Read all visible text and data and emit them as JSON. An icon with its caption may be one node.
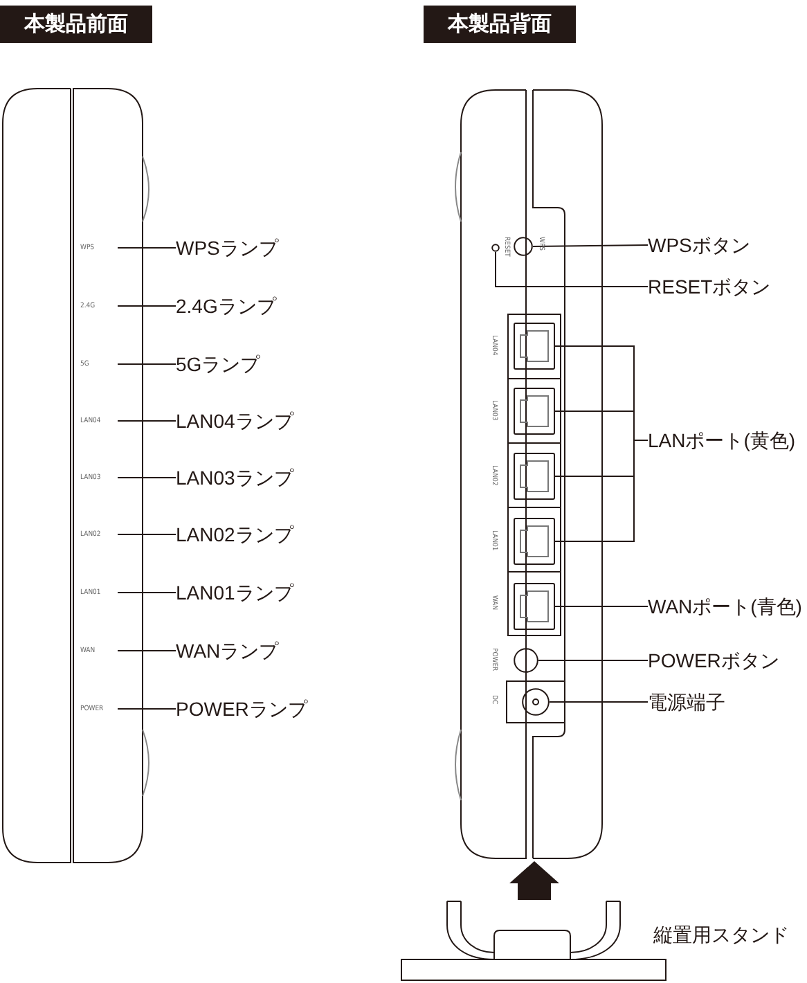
{
  "diagram": {
    "nodes": [
      {
        "text": [
          "本製品前面"
        ]
      },
      {
        "text": [
          "本製品背面"
        ]
      },
      {
        "text": [
          "WPSランプ"
        ]
      },
      {
        "text": [
          "2.4Gランプ"
        ]
      },
      {
        "text": [
          "5Gランプ"
        ]
      },
      {
        "text": [
          "LAN04ランプ"
        ]
      },
      {
        "text": [
          "LAN03ランプ"
        ]
      },
      {
        "text": [
          "LAN02ランプ"
        ]
      },
      {
        "text": [
          "LAN01ランプ"
        ]
      },
      {
        "text": [
          "WANランプ"
        ]
      },
      {
        "text": [
          "POWERランプ"
        ]
      },
      {
        "text": [],
        "shape": "router"
      },
      {
        "text": [],
        "shape": "circle",
        "in": 11
      },
      {
        "text": [],
        "shape": "circle",
        "in": 11
      },
      {
        "text": [],
        "shape": "socket",
        "in": 11
      },
      {
        "text": [],
        "shape": "socket",
        "in": 11
      },
      {
        "text": [],
        "shape": "socket",
        "in": 11
      },
      {
        "text": [],
        "shape": "socket",
        "in": 11
      },
      {
        "text": [],
        "shape": "socket",
        "in": 11
      },
      {
        "text": [],
        "shape": "circle",
        "in": 11
      },
      {
        "text": [],
        "shape": "circle",
        "in": 11
      },
      {
        "text": [
          "WPSボタン"
        ]
      },
      {
        "text": [
          "RESETボタン"
        ]
      },
      {
        "text": [
          "LANポート(黄色)"
        ]
      },
      {
        "text": [
          "WANポート(青色)"
        ]
      },
      {
        "text": [
          "POWERボタン"
        ]
      },
      {
        "text": [
          "電源端子"
        ]
      },
      {
        "text": [],
        "shape": "stand",
        "beside": [
          "縦置用スタンド"
        ]
      }
    ],
    "edges": [
      {
        "from": 2,
        "to": null,
        "arrow": "none"
      },
      {
        "from": 3,
        "to": null,
        "arrow": "none"
      },
      {
        "from": 4,
        "to": null,
        "arrow": "none"
      },
      {
        "from": 5,
        "to": null,
        "arrow": "none"
      },
      {
        "from": 6,
        "to": null,
        "arrow": "none"
      },
      {
        "from": 7,
        "to": null,
        "arrow": "none"
      },
      {
        "from": 8,
        "to": null,
        "arrow": "none"
      },
      {
        "from": 9,
        "to": null,
        "arrow": "none"
      },
      {
        "from": 10,
        "to": null,
        "arrow": "none"
      },
      {
        "from": 21,
        "to": 12,
        "arrow": "none"
      },
      {
        "from": 22,
        "to": 13,
        "arrow": "none"
      },
      {
        "from": 23,
        "to": 14,
        "arrow": "none"
      },
      {
        "from": 23,
        "to": 15,
        "arrow": "none"
      },
      {
        "from": 23,
        "to": 16,
        "arrow": "none"
      },
      {
        "from": 23,
        "to": 17,
        "arrow": "none"
      },
      {
        "from": 24,
        "to": 18,
        "arrow": "none"
      },
      {
        "from": 25,
        "to": 19,
        "arrow": "none"
      },
      {
        "from": 26,
        "to": 20,
        "arrow": "none"
      },
      {
        "from": 27,
        "to": 11,
        "arrow": "to",
        "style": "thick"
      }
    ],
    "labels": [
      "WPS",
      "2.4G",
      "5G",
      "LAN04",
      "LAN03",
      "LAN02",
      "LAN01",
      "WAN",
      "POWER",
      "RESET",
      "WPS",
      "LAN04",
      "LAN03",
      "LAN02",
      "LAN01",
      "WAN",
      "POWER",
      "DC"
    ]
  }
}
